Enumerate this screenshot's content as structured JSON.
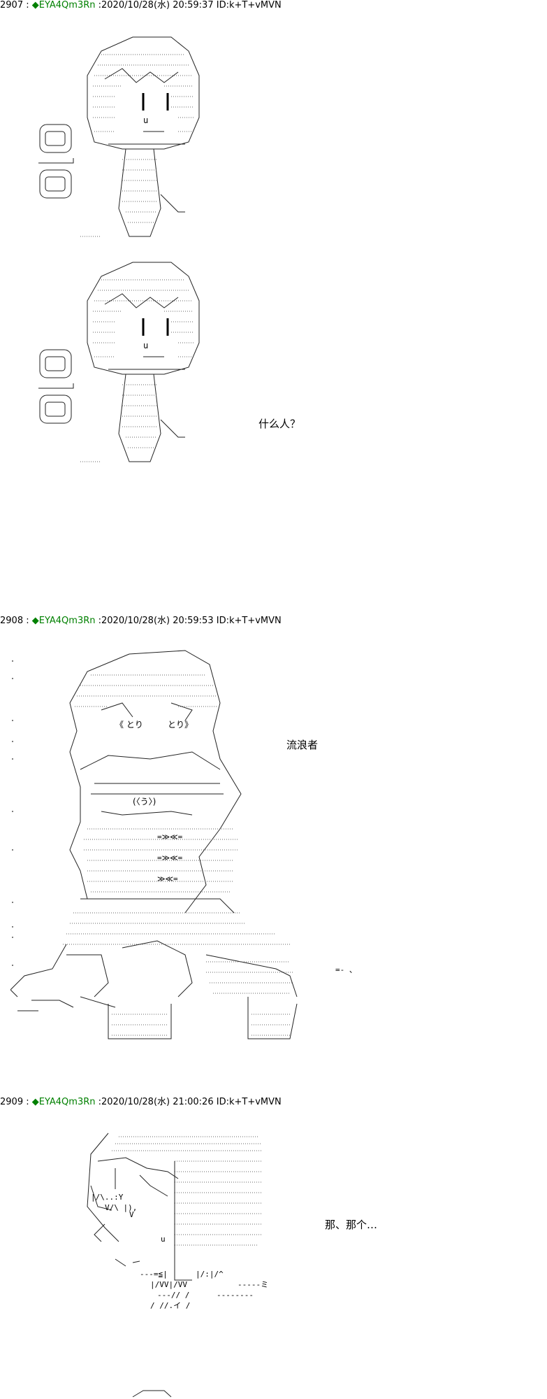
{
  "posts": [
    {
      "number": "2907",
      "separator": " : ",
      "trip_prefix": "◆",
      "trip": "EYA4Qm3Rn",
      "meta": " :2020/10/28(水) 20:59:37 ID:k+T+vMVN"
    },
    {
      "number": "2908",
      "separator": " : ",
      "trip_prefix": "◆",
      "trip": "EYA4Qm3Rn",
      "meta": " :2020/10/28(水) 20:59:53 ID:k+T+vMVN"
    },
    {
      "number": "2909",
      "separator": " : ",
      "trip_prefix": "◆",
      "trip": "EYA4Qm3Rn",
      "meta": " :2020/10/28(水) 21:00:26 ID:k+T+vMVN"
    }
  ],
  "dialogues": {
    "d1": "什么人？",
    "d2": "流浪者",
    "d3": "那、那个…"
  },
  "colors": {
    "trip": "#008000",
    "text": "#000000",
    "background": "#ffffff"
  }
}
